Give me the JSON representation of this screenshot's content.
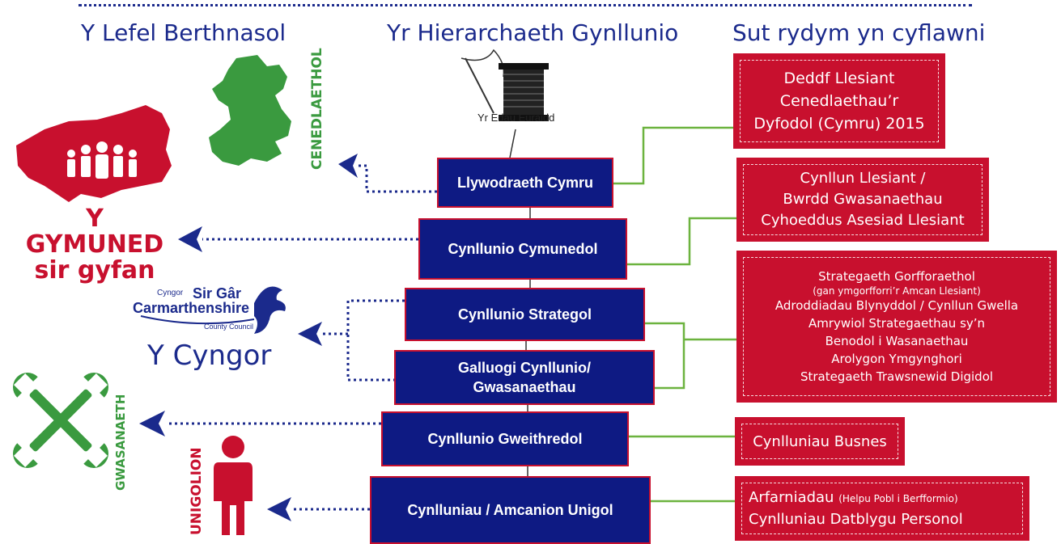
{
  "headings": {
    "level": "Y Lefel Berthnasol",
    "hierarchy": "Yr Hierarchaeth Gynllunio",
    "delivery": "Sut rydym yn cyflawni"
  },
  "golden_thread": {
    "label": "Yr Edau Euraidd"
  },
  "levels": {
    "national": "CENEDLAETHOL",
    "community_line1": "Y GYMUNED",
    "community_line2": "sir gyfan",
    "council": "Y Cyngor",
    "service": "GWASANAETH",
    "individual": "UNIGOLION"
  },
  "council_logo": {
    "small": "Cyngor",
    "welsh": "Sir Gâr",
    "english": "Carmarthenshire",
    "sub": "County Council"
  },
  "pyramid": [
    {
      "label": "Llywodraeth Cymru"
    },
    {
      "label": "Cynllunio Cymunedol"
    },
    {
      "label": "Cynllunio Strategol"
    },
    {
      "label_line1": "Galluogi Cynllunio/",
      "label_line2": "Gwasanaethau"
    },
    {
      "label": "Cynllunio Gweithredol"
    },
    {
      "label": "Cynlluniau / Amcanion Unigol"
    }
  ],
  "delivery": {
    "act": [
      "Deddf Llesiant",
      "Cenedlaethau’r",
      "Dyfodol (Cymru) 2015"
    ],
    "wellbeing_plan": [
      "Cynllun Llesiant /",
      "Bwrdd Gwasanaethau",
      "Cyhoeddus Asesiad Llesiant"
    ],
    "strategies": [
      "Strategaeth Gorfforaethol",
      "(gan ymgorfforri’r Amcan Llesiant)",
      "Adroddiadau Blynyddol / Cynllun Gwella",
      "Amrywiol Strategaethau sy’n",
      "Benodol i Wasanaethau",
      "Arolygon Ymgynghori",
      "Strategaeth Trawsnewid Digidol"
    ],
    "business": "Cynlluniau Busnes",
    "appraisals_main": "Arfarniadau",
    "appraisals_note": "(Helpu Pobl i Berfformio)",
    "pdp": "Cynlluniau Datblygu Personol"
  },
  "colors": {
    "navy": "#0e1a83",
    "dotted": "#1b2a8c",
    "red": "#c8102e",
    "green": "#3a9a3f",
    "connector_green": "#6cb33f"
  }
}
